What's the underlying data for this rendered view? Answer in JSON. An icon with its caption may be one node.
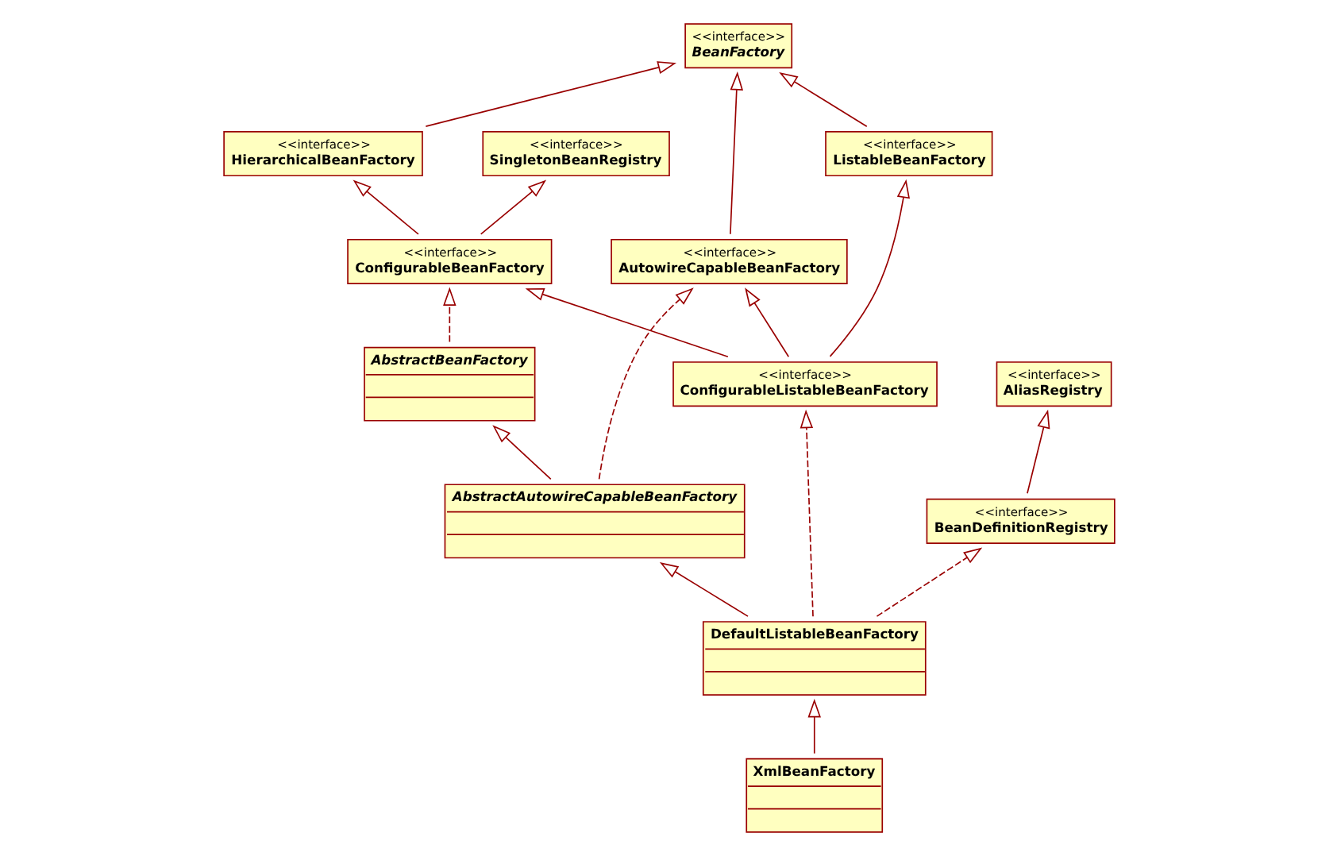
{
  "diagram": {
    "nodes": [
      {
        "text": [
          "<<interface>>",
          "BeanFactory"
        ]
      },
      {
        "text": [
          "<<interface>>",
          "ListableBeanFactory"
        ]
      },
      {
        "text": [
          "<<interface>>",
          "AutowireCapableBeanFactory"
        ]
      },
      {
        "text": [
          "<<interface>>",
          "HierarchicalBeanFactory"
        ]
      },
      {
        "text": [
          "<<interface>>",
          "SingletonBeanRegistry"
        ]
      },
      {
        "text": [
          "<<interface>>",
          "ConfigurableBeanFactory"
        ]
      },
      {
        "text": [
          "<<interface>>",
          "AliasRegistry"
        ]
      },
      {
        "text": [
          "<<interface>>",
          "ConfigurableListableBeanFactory"
        ]
      },
      {
        "text": [
          "AbstractBeanFactory"
        ]
      },
      {
        "text": [
          "<<interface>>",
          "BeanDefinitionRegistry"
        ]
      },
      {
        "text": [
          "AbstractAutowireCapableBeanFactory"
        ]
      },
      {
        "text": [
          "DefaultListableBeanFactory"
        ]
      },
      {
        "text": [
          "XmlBeanFactory"
        ]
      }
    ],
    "edges": [
      {
        "from": 1,
        "to": 0,
        "arrow": "to"
      },
      {
        "from": 2,
        "to": 0,
        "arrow": "to"
      },
      {
        "from": 3,
        "to": 0,
        "arrow": "to"
      },
      {
        "from": 5,
        "to": 3,
        "arrow": "to"
      },
      {
        "from": 5,
        "to": 4,
        "arrow": "to"
      },
      {
        "from": 7,
        "to": 1,
        "arrow": "to"
      },
      {
        "from": 7,
        "to": 2,
        "arrow": "to"
      },
      {
        "from": 7,
        "to": 5,
        "arrow": "to"
      },
      {
        "from": 8,
        "to": 5,
        "arrow": "to",
        "style": "dashed"
      },
      {
        "from": 9,
        "to": 6,
        "arrow": "to"
      },
      {
        "from": 10,
        "to": 8,
        "arrow": "to"
      },
      {
        "from": 10,
        "to": 2,
        "arrow": "to",
        "style": "dashed"
      },
      {
        "from": 11,
        "to": 10,
        "arrow": "to"
      },
      {
        "from": 11,
        "to": 7,
        "arrow": "to",
        "style": "dashed"
      },
      {
        "from": 11,
        "to": 9,
        "arrow": "to",
        "style": "dashed"
      },
      {
        "from": 12,
        "to": 11,
        "arrow": "to"
      }
    ]
  }
}
